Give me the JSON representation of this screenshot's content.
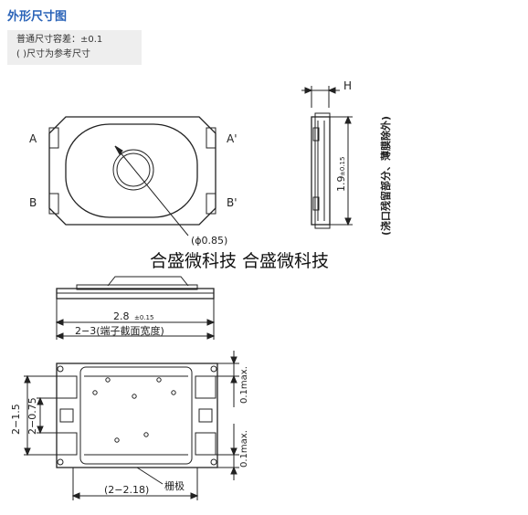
{
  "title": "外形尺寸图",
  "notes": {
    "tolerance": "普通尺寸容差：±0.1",
    "reference": "(   )尺寸为参考尺寸"
  },
  "labels": {
    "a": "A",
    "a_prime": "A'",
    "b": "B",
    "b_prime": "B'",
    "h": "H",
    "phi": "(ϕ0.85)",
    "dim_19": "1.9",
    "tol_015_a": "±0.15",
    "side_note": "(浇口残留部分、薄膜除外)",
    "watermark": "合盛微科技 合盛微科技",
    "dim_28": "2.8",
    "tol_015_b": "±0.15",
    "dim_23": "2−3(端子截面宽度)",
    "dim_215": "2−1.5",
    "dim_2075": "2−0.75",
    "dim_01max_top": "0.1max.",
    "dim_01max_bot": "0.1max.",
    "dim_2218": "(2−2.18)",
    "gate": "栅极"
  }
}
